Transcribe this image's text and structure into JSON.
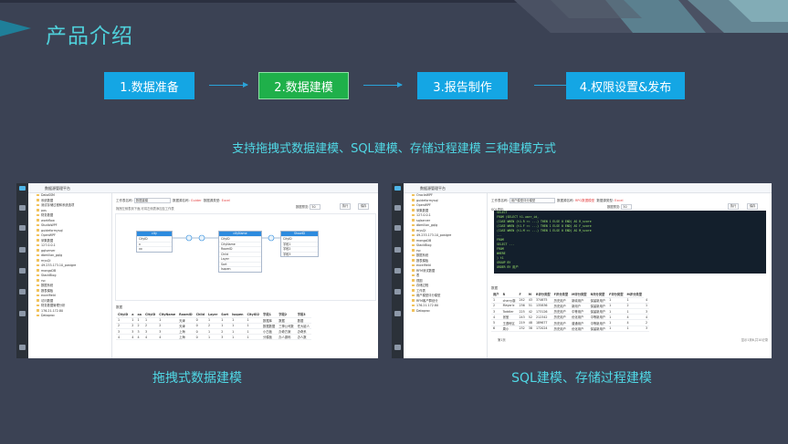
{
  "page": {
    "title": "产品介绍",
    "subtitle": "支持拖拽式数据建模、SQL建模、存储过程建模 三种建模方式"
  },
  "steps": [
    {
      "label": "1.数据准备",
      "active": false
    },
    {
      "label": "2.数据建模",
      "active": true
    },
    {
      "label": "3.报告制作",
      "active": false
    },
    {
      "label": "4.权限设置&发布",
      "active": false
    }
  ],
  "colors": {
    "background": "#3b4254",
    "accent": "#4fd0da",
    "step_blue": "#14a6e4",
    "step_active": "#1fb04a"
  },
  "captions": {
    "left": "拖拽式数据建模",
    "right": "SQL建模、存储过程建模"
  },
  "left_shot": {
    "app_title": "数据源管理平台",
    "form_label": "工作表名称:",
    "form_value": "数据建模",
    "source_label": "数据源名称:",
    "source_value": "Guider",
    "type_label": "数据源类型:",
    "type_value": "Excel",
    "hint": "拖拽左侧表到下面,可将左侧表添加至工作表",
    "count_label": "数据预览:",
    "count_value": "50",
    "run_label": "执行",
    "save_label": "保存",
    "tree": [
      "DataSSM",
      "系统数据",
      "测试存储过程和系统选项",
      "pos",
      "财务数据",
      "workflow",
      "StudioWPF",
      "guideformysql",
      "OpenWPF",
      "采集数据",
      "127.0.0.1",
      "gqlserver",
      "dbmillan_gqlg",
      "mysQl",
      "49.233.173.10_postgre",
      "mongoDB",
      "StackBlog",
      "rsc",
      "数据系统",
      "报表模板",
      "excelfield",
      "访问数据",
      "财务数据管理分析",
      "176.21.172.80",
      "Dataproc"
    ],
    "entities": [
      {
        "name": "city",
        "rows": [
          "CityID",
          "x",
          "xx"
        ]
      },
      {
        "name": "cityName",
        "rows": [
          "CityID",
          "CityName",
          "RoomID",
          "Child",
          "Layer",
          "Sort",
          "Isopen"
        ]
      },
      {
        "name": "ShowID",
        "rows": [
          "CityID",
          "字段1",
          "字段2",
          "字段3"
        ]
      }
    ],
    "grid_title": "数据",
    "grid_headers": [
      "CityID",
      "a",
      "aa",
      "CityID",
      "CityName",
      "RoomID",
      "Child",
      "Layer",
      "Sort",
      "Isopen",
      "CityID2",
      "字段1",
      "字段2",
      "字段3"
    ],
    "grid_rows": [
      [
        "1",
        "1",
        "1",
        "1",
        "1",
        "天津",
        "0",
        "1",
        "1",
        "1",
        "1",
        "数据库",
        "数据",
        "数据"
      ],
      [
        "2",
        "2",
        "2",
        "2",
        "2",
        "天津",
        "0",
        "2",
        "1",
        "1",
        "1",
        "数据数据",
        "三神公司数",
        "任大键人"
      ],
      [
        "3",
        "3",
        "3",
        "3",
        "3",
        "上海",
        "0",
        "1",
        "2",
        "1",
        "1",
        "小白板",
        "办奇方案",
        "办奇系"
      ],
      [
        "4",
        "4",
        "4",
        "4",
        "4",
        "上海",
        "0",
        "1",
        "3",
        "1",
        "1",
        "分模板",
        "办人源码",
        "办人数"
      ]
    ]
  },
  "right_shot": {
    "app_title": "数据源管理平台",
    "form_label": "工作表名称:",
    "form_value": "用户模型评分模型",
    "source_label": "数据源名称:",
    "source_value": "RPG数据模型",
    "type_label": "数据源类型:",
    "type_value": "Excel",
    "sql_label": "SQL语句:",
    "count_label": "数据预览:",
    "count_value": "50",
    "run_label": "执行",
    "save_label": "保存",
    "tree": [
      "OracleWPF",
      "guideformysql",
      "OpenWPF",
      "采集数据",
      "127.0.0.1",
      "sqlserver",
      "dbmillan_gqlg",
      "mysQl",
      "49.233.173.10_postgre",
      "mongoDB",
      "StackBlog",
      "rsc",
      "数据系统",
      "报表模板",
      "excelfield",
      "RFM测试数据",
      "表",
      "视图",
      "存储过程",
      "工作表",
      "用户模型评分模型",
      "RFM客户群划分",
      "176.21.172.80",
      "Dataproc"
    ],
    "sql_lines": [
      "SELECT",
      "  FROM    (SELECT t1.user_id,",
      "           (CASE WHEN (t1.R >= ...) THEN 1 ELSE 0 END) AS R_score",
      "           (CASE WHEN (t1.F >= ...) THEN 1 ELSE 0 END) AS F_score",
      "           (CASE WHEN (t1.M >= ...) THEN 1 ELSE 0 END) AS M_score",
      "   ...",
      "  FROM",
      "   SELECT ...",
      "   FROM",
      "   WHERE",
      "  ) t1",
      "  GROUP BY",
      "  ORDER BY 用户"
    ],
    "grid_title": "数据",
    "grid_headers": [
      "用户",
      "R",
      "F",
      "M",
      "R评分类型",
      "F评分类型",
      "M评分类型",
      "R评分类型",
      "F评分类型",
      "M评分类型"
    ],
    "grid_rows": [
      [
        "1",
        "cherry霸",
        "242",
        "43",
        "374675",
        "历史用户",
        "新增用户",
        "保留新用户",
        "1",
        "1",
        "4"
      ],
      [
        "2",
        "Mayoric",
        "236",
        "51",
        "135836",
        "历史用户",
        "新用户",
        "保留新用户",
        "1",
        "2",
        "1"
      ],
      [
        "3",
        "Toddler",
        "225",
        "42",
        "173126",
        "历史用户",
        "中等用户",
        "保留新用户",
        "1",
        "1",
        "3"
      ],
      [
        "4",
        "张莹",
        "243",
        "52",
        "212342",
        "历史用户",
        "优化用户",
        "中等新用户",
        "1",
        "4",
        "4"
      ],
      [
        "5",
        "王逸轩区",
        "219",
        "48",
        "189677",
        "历史用户",
        "普通用户",
        "中等新用户",
        "1",
        "4",
        "2"
      ],
      [
        "6",
        "周小",
        "232",
        "38",
        "172024",
        "历史用户",
        "优化用户",
        "保留新用户",
        "1",
        "1",
        "3"
      ]
    ],
    "pager": "第1页",
    "pager_info": "显示1到6,共10记录"
  }
}
